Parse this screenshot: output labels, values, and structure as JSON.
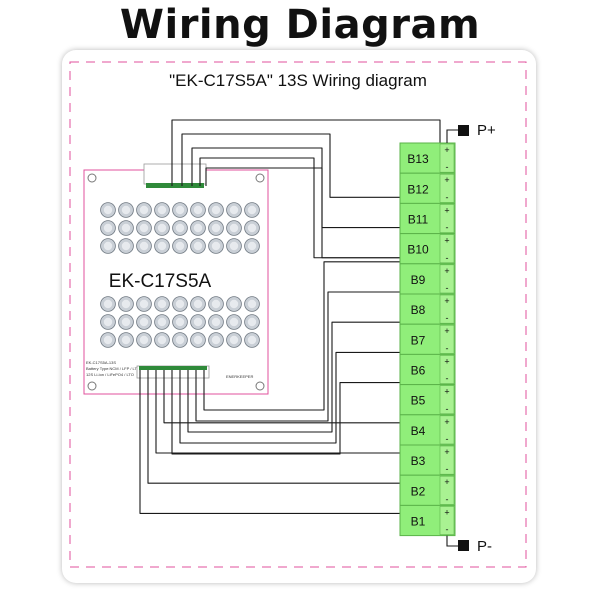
{
  "page_title": "Wiring  Diagram",
  "diagram_subtitle": "\"EK-C17S5A\"  13S Wiring diagram",
  "board": {
    "model": "EK-C17S5A",
    "label_line1": "EK-C17S5A-13S",
    "label_line2": "Battery Type:NCM / LFP / LTO",
    "label_line3": "12S Li-ion / LiFePO4 / LTO",
    "small_label": "ENERKEEPER"
  },
  "terminals": {
    "positive": "P+",
    "negative": "P-"
  },
  "cells": [
    {
      "label": "B13"
    },
    {
      "label": "B12"
    },
    {
      "label": "B11"
    },
    {
      "label": "B10"
    },
    {
      "label": "B9"
    },
    {
      "label": "B8"
    },
    {
      "label": "B7"
    },
    {
      "label": "B6"
    },
    {
      "label": "B5"
    },
    {
      "label": "B4"
    },
    {
      "label": "B3"
    },
    {
      "label": "B2"
    },
    {
      "label": "B1"
    }
  ],
  "cell_polarity": {
    "plus": "+",
    "minus": "-"
  },
  "colors": {
    "cell_fill": "#90ee7a",
    "cell_stroke": "#5bb34a",
    "dashed_border": "#e0529c",
    "wire": "#1a1a1a",
    "connector": "#2f8a3a"
  }
}
